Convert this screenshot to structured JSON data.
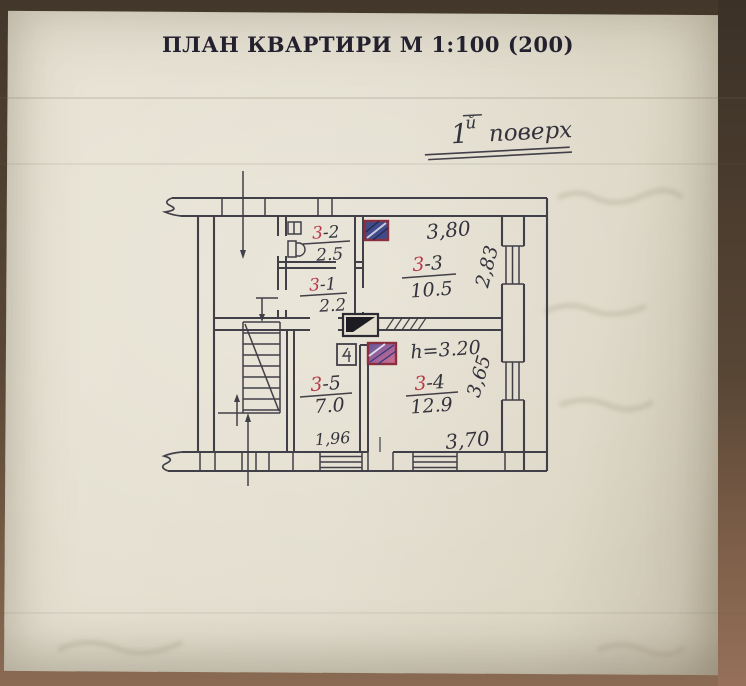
{
  "header": {
    "title": "ПЛАН КВАРТИРИ М 1:100 (200)"
  },
  "floor_note": {
    "number": "1",
    "superscript": "й",
    "word": "поверх"
  },
  "plan": {
    "rooms": [
      {
        "key": "room-3-2",
        "prefix": "3",
        "suffix": "-2",
        "area": "2.5"
      },
      {
        "key": "room-3-1",
        "prefix": "3",
        "suffix": "-1",
        "area": "2.2"
      },
      {
        "key": "room-3-3",
        "prefix": "3",
        "suffix": "-3",
        "area": "10.5"
      },
      {
        "key": "room-3-5",
        "prefix": "3",
        "suffix": "-5",
        "area": "7.0"
      },
      {
        "key": "room-3-4",
        "prefix": "3",
        "suffix": "-4",
        "area": "12.9"
      }
    ],
    "height_note": "h=3.20",
    "dimensions": {
      "top": "3,80",
      "right_upper": "2,83",
      "right_lower": "3,65",
      "bottom_left": "1,96",
      "bottom_right": "3,70"
    },
    "symbols": {
      "stove_room_3_3": "stove-hatched-blue",
      "stove_room_3_4": "stove-hatched-pink",
      "vent_duct": "ventilation-duct",
      "flue_box": "flue-box",
      "toilet": "toilet",
      "sink": "sink",
      "staircase": "staircase",
      "window": "window"
    }
  },
  "colors": {
    "paper": "#e3decf",
    "ink": "#413f48",
    "red_ink": "#b8394a",
    "stove_blue": "#3f4c8c",
    "stove_pink": "#cf6e8e",
    "stove_border": "#8a2f3f",
    "title_ink": "#24212f"
  }
}
